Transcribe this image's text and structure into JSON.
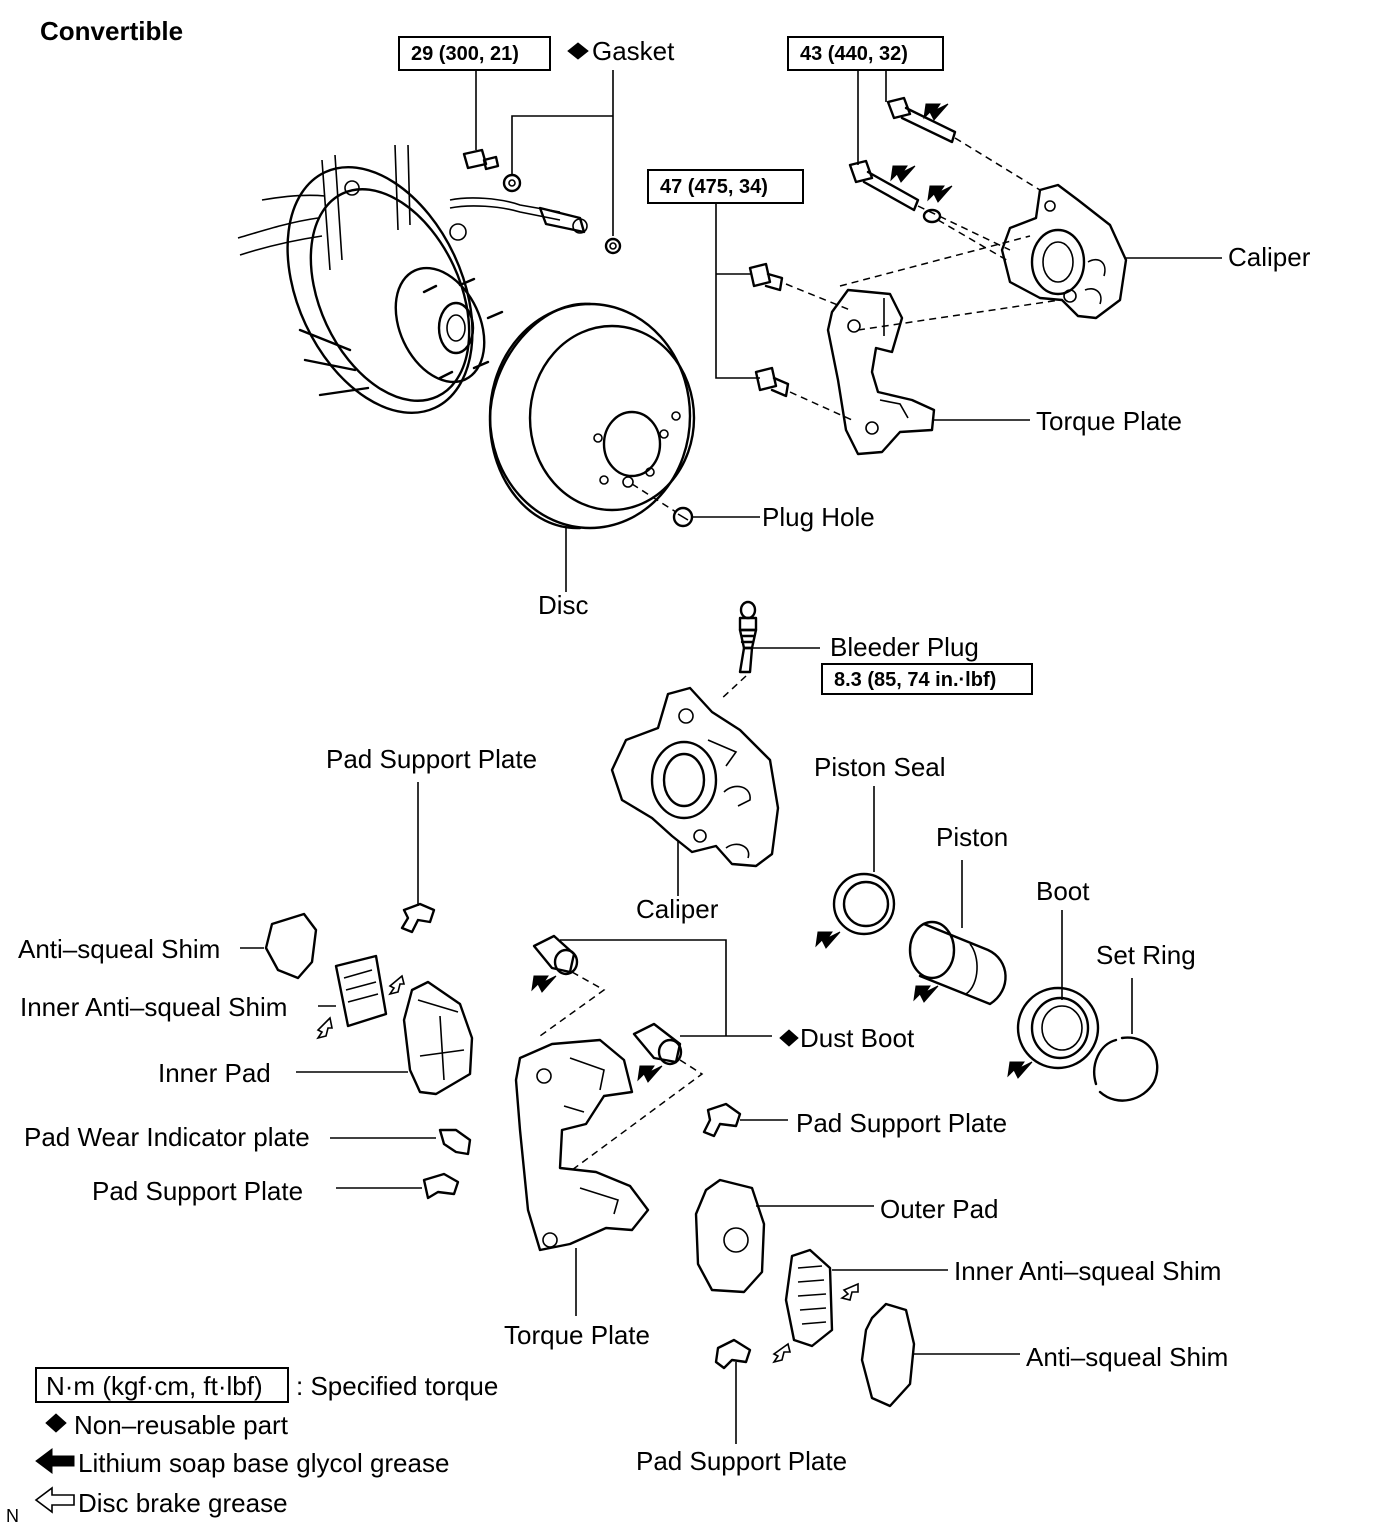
{
  "title": "Convertible",
  "torque": {
    "t1": "29 (300, 21)",
    "t2": "43 (440, 32)",
    "t3": "47 (475, 34)",
    "t4": "8.3 (85, 74 in.·lbf)"
  },
  "labels": {
    "gasket": "Gasket",
    "caliper_top": "Caliper",
    "torque_plate_top": "Torque Plate",
    "plug_hole": "Plug Hole",
    "disc": "Disc",
    "bleeder_plug": "Bleeder Plug",
    "pad_support_plate_1": "Pad Support Plate",
    "caliper": "Caliper",
    "piston_seal": "Piston Seal",
    "piston": "Piston",
    "boot": "Boot",
    "set_ring": "Set Ring",
    "anti_squeal_shim_left": "Anti–squeal Shim",
    "inner_anti_squeal_shim_left": "Inner Anti–squeal Shim",
    "inner_pad": "Inner Pad",
    "pad_wear_indicator": "Pad Wear Indicator plate",
    "pad_support_plate_2": "Pad Support Plate",
    "dust_boot": "Dust Boot",
    "pad_support_plate_3": "Pad Support Plate",
    "outer_pad": "Outer Pad",
    "inner_anti_squeal_shim_right": "Inner Anti–squeal Shim",
    "anti_squeal_shim_right": "Anti–squeal Shim",
    "torque_plate": "Torque Plate",
    "pad_support_plate_4": "Pad Support Plate"
  },
  "legend": {
    "unit_box": "N·m (kgf·cm, ft·lbf)",
    "unit_desc": ": Specified torque",
    "non_reusable": "Non–reusable part",
    "lithium": "Lithium soap base glycol grease",
    "disc_grease": "Disc brake grease"
  },
  "corner_mark": "N"
}
